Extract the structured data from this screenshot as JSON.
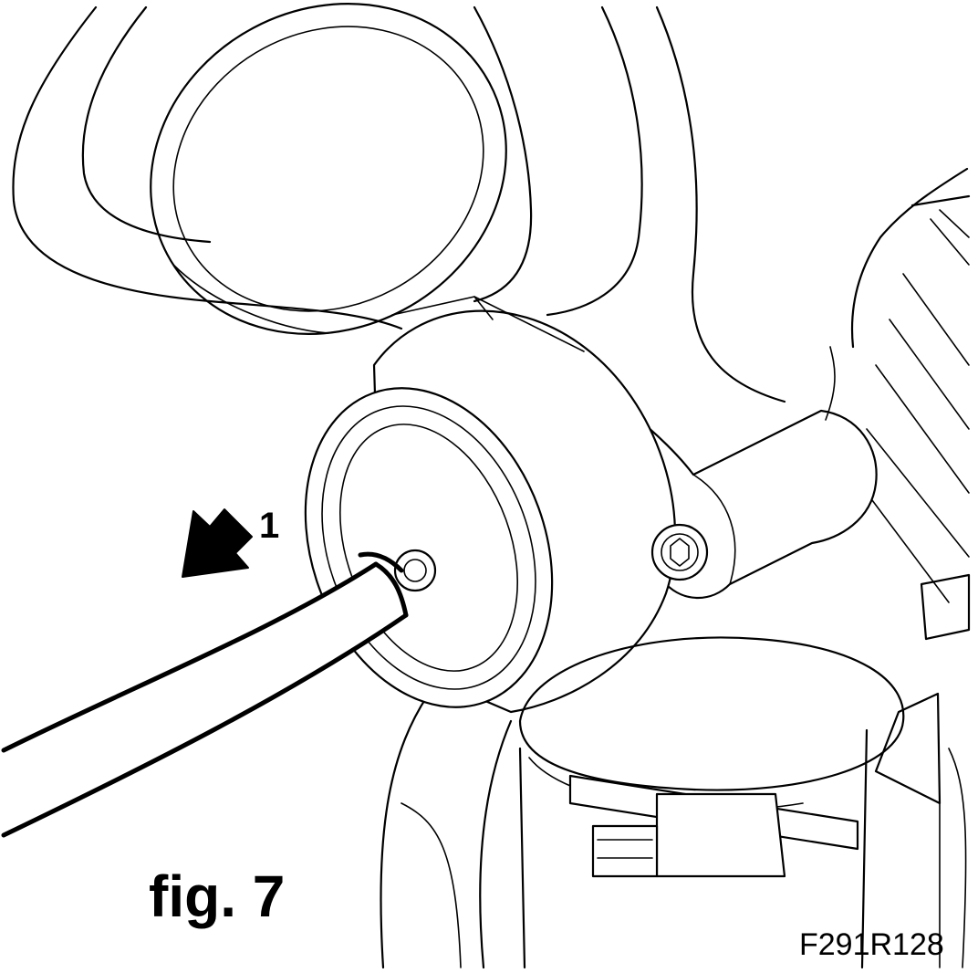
{
  "callout": "1",
  "caption": "fig. 7",
  "drawing_code": "F291R128"
}
